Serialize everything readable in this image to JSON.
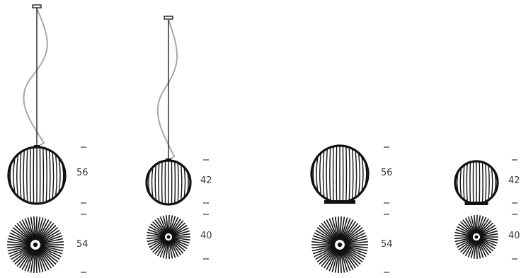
{
  "colors": {
    "line": "#111111",
    "cable": "#a8a8a8",
    "text": "#3a3a3a"
  },
  "lamps": [
    {
      "variant": "pendant",
      "height_value": "56",
      "diameter_value": "54"
    },
    {
      "variant": "pendant",
      "height_value": "42",
      "diameter_value": "40"
    },
    {
      "variant": "table",
      "height_value": "56",
      "diameter_value": "54"
    },
    {
      "variant": "table",
      "height_value": "42",
      "diameter_value": "40"
    }
  ]
}
